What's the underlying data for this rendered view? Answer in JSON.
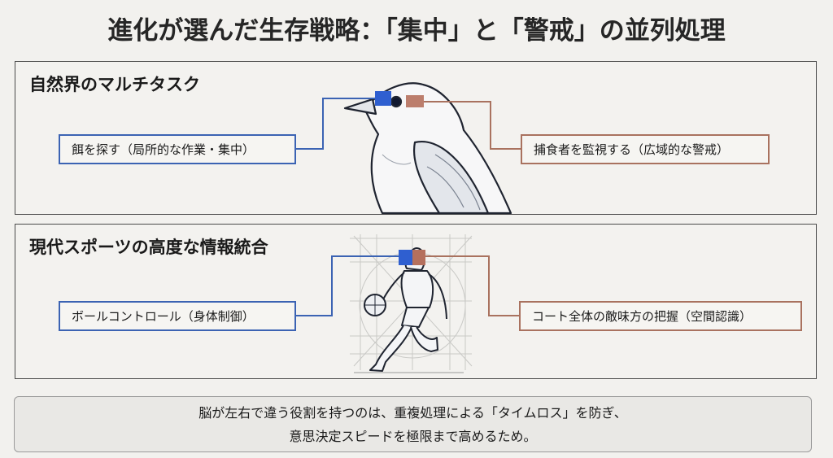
{
  "title": "進化が選んだ生存戦略：「集中」と「警戒」の並列処理",
  "panels": [
    {
      "heading": "自然界のマルチタスク",
      "left_label": "餌を探す（局所的な作業・集中）",
      "right_label": "捕食者を監視する（広域的な警戒）",
      "illustration": "bird"
    },
    {
      "heading": "現代スポーツの高度な情報統合",
      "left_label": "ボールコントロール（身体制御）",
      "right_label": "コート全体の敵味方の把握（空間認識）",
      "illustration": "basketball-player"
    }
  ],
  "conclusion": {
    "line1": "脳が左右で違う役割を持つのは、重複処理による「タイムロス」を防ぎ、",
    "line2": "意思決定スピードを極限まで高めるため。"
  },
  "colors": {
    "focus": "#2f5fd0",
    "alert": "#b5705d"
  }
}
